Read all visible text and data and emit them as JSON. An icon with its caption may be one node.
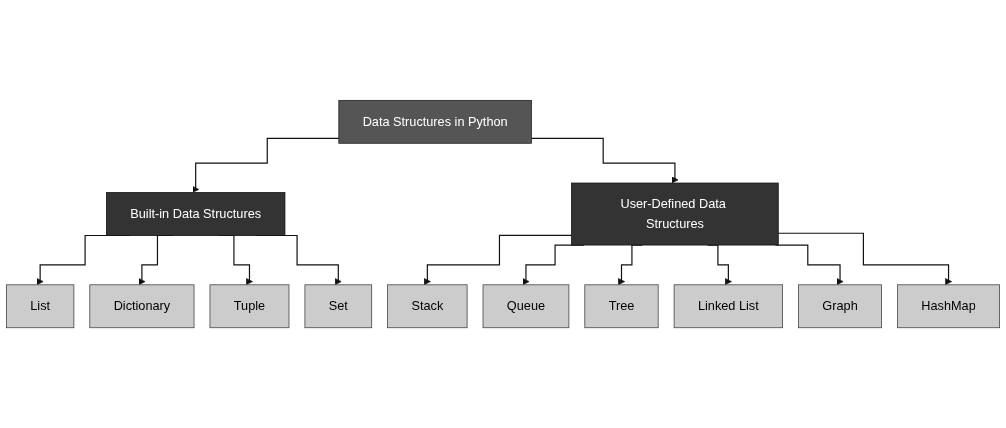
{
  "diagram": {
    "nodes": [
      {
        "text": [
          "Data Structures in Python"
        ]
      },
      {
        "text": [
          "Built-in Data Structures"
        ]
      },
      {
        "text": [
          "User-Defined Data Structures"
        ]
      },
      {
        "text": [
          "List"
        ]
      },
      {
        "text": [
          "Dictionary"
        ]
      },
      {
        "text": [
          "Tuple"
        ]
      },
      {
        "text": [
          "Set"
        ]
      },
      {
        "text": [
          "Stack"
        ]
      },
      {
        "text": [
          "Queue"
        ]
      },
      {
        "text": [
          "Tree"
        ]
      },
      {
        "text": [
          "Linked List"
        ]
      },
      {
        "text": [
          "Graph"
        ]
      },
      {
        "text": [
          "HashMap"
        ]
      }
    ],
    "edges": [
      {
        "from": 0,
        "to": 1,
        "arrow": "to"
      },
      {
        "from": 0,
        "to": 2,
        "arrow": "to"
      },
      {
        "from": 1,
        "to": 3,
        "arrow": "to"
      },
      {
        "from": 1,
        "to": 4,
        "arrow": "to"
      },
      {
        "from": 1,
        "to": 5,
        "arrow": "to"
      },
      {
        "from": 1,
        "to": 6,
        "arrow": "to"
      },
      {
        "from": 2,
        "to": 7,
        "arrow": "to"
      },
      {
        "from": 2,
        "to": 8,
        "arrow": "to"
      },
      {
        "from": 2,
        "to": 9,
        "arrow": "to"
      },
      {
        "from": 2,
        "to": 10,
        "arrow": "to"
      },
      {
        "from": 2,
        "to": 11,
        "arrow": "to"
      },
      {
        "from": 2,
        "to": 12,
        "arrow": "to"
      }
    ]
  }
}
